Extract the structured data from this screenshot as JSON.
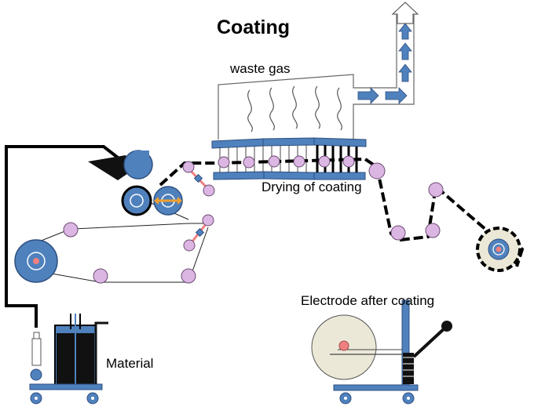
{
  "diagram": {
    "title": "Coating",
    "labels": {
      "waste_gas": "waste gas",
      "drying": "Drying of coating",
      "electrode": "Electrode after coating",
      "material": "Material"
    }
  },
  "colors": {
    "blue": "#4f81bd",
    "blue_dark": "#2f4f7f",
    "roller_pink": "#dcb6e2",
    "core_pink": "#f08080",
    "orange": "#f0a030",
    "paper_roll": "#ece8d8"
  }
}
